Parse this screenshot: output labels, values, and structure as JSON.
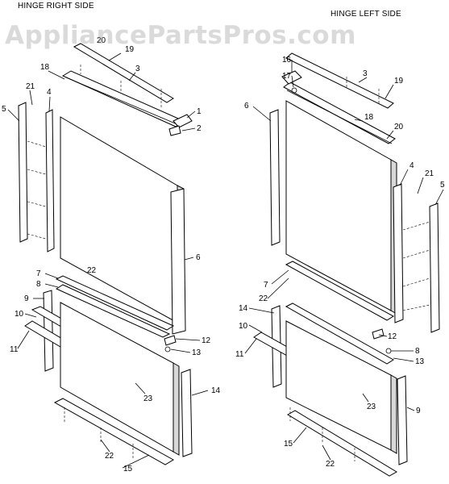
{
  "headers": {
    "right_side": "HINGE RIGHT SIDE",
    "left_side": "HINGE LEFT SIDE"
  },
  "watermark": "AppliancePartsPros.com",
  "colors": {
    "line": "#000000",
    "watermark": "#969696",
    "background": "#ffffff"
  },
  "callouts": {
    "right": {
      "c1": "1",
      "c2": "2",
      "c3": "3",
      "c4": "4",
      "c5": "5",
      "c6": "6",
      "c7": "7",
      "c8": "8",
      "c9": "9",
      "c10": "10",
      "c11": "11",
      "c12": "12",
      "c13": "13",
      "c14": "14",
      "c15": "15",
      "c18": "18",
      "c19": "19",
      "c20": "20",
      "c21": "21",
      "c22a": "22",
      "c22b": "22",
      "c23": "23"
    },
    "left": {
      "c3": "3",
      "c4": "4",
      "c5": "5",
      "c6": "6",
      "c7": "7",
      "c8": "8",
      "c9": "9",
      "c10": "10",
      "c11": "11",
      "c12": "12",
      "c13": "13",
      "c14": "14",
      "c15": "15",
      "c16": "16",
      "c17": "17",
      "c18": "18",
      "c19": "19",
      "c20": "20",
      "c21": "21",
      "c22a": "22",
      "c22b": "22",
      "c23": "23"
    }
  }
}
